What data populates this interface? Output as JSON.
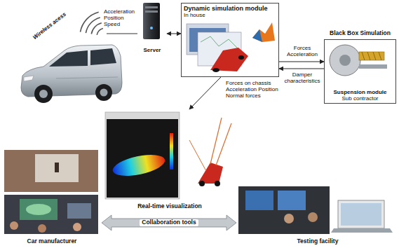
{
  "diagram": {
    "nodes": [
      {
        "text": [
          "Server"
        ]
      },
      {
        "text": [
          "Dynamic simulation module",
          "In house"
        ]
      },
      {
        "text": [
          "Black Box Simulation",
          "Suspension module",
          "Sub contractor"
        ]
      },
      {
        "text": [
          "Real-time visualization"
        ]
      },
      {
        "text": [
          "Car manufacturer"
        ]
      },
      {
        "text": [
          "Testing facility"
        ]
      }
    ],
    "edges": [
      {
        "from": 0,
        "to": 1,
        "arrow": "both"
      },
      {
        "from": 1,
        "to": 2,
        "label": "Forces Acceleration",
        "arrow": "to"
      },
      {
        "from": 2,
        "to": 1,
        "label": "Damper characteristics",
        "arrow": "to"
      },
      {
        "from": 1,
        "to": 3,
        "label": "Forces on chassis Acceleration Position Normal forces",
        "arrow": "to"
      },
      {
        "from": 4,
        "to": 5,
        "label": "Collaboration tools",
        "arrow": "both"
      }
    ],
    "labels": [
      "Wireless acess",
      "Acceleration Position Speed"
    ]
  }
}
